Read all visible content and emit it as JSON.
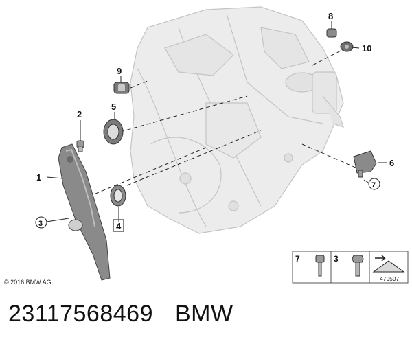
{
  "diagram": {
    "callouts": {
      "c1": "1",
      "c2": "2",
      "c3": "3",
      "c4": "4",
      "c5": "5",
      "c6": "6",
      "c7": "7",
      "c8": "8",
      "c9": "9",
      "c10": "10"
    },
    "copyright": "© 2016 BMW AG",
    "legend": {
      "item1": "7",
      "item2": "3",
      "ref_number": "479597"
    },
    "highlight_color": "#e02020"
  },
  "caption": {
    "part_number": "23117568469",
    "brand": "BMW"
  }
}
